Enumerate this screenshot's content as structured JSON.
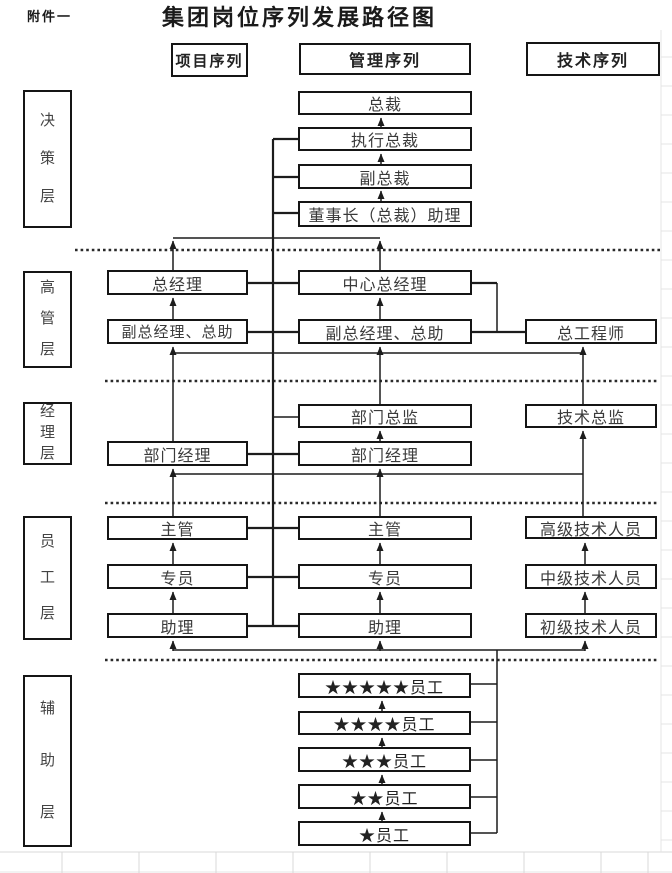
{
  "page": {
    "attachment": "附件一",
    "title": "集团岗位序列发展路径图"
  },
  "columns": {
    "project": "项目序列",
    "management": "管理序列",
    "technical": "技术序列"
  },
  "layer_labels": {
    "decision": "决策层",
    "executive": "高管层",
    "manager": "经理层",
    "staff": "员工层",
    "auxiliary": "辅助层"
  },
  "nodes": {
    "decision": {
      "president": "总裁",
      "exec_president": "执行总裁",
      "vice_president": "副总裁",
      "chairman_assistant": "董事长（总裁）助理"
    },
    "executive": {
      "gm": "总经理",
      "center_gm": "中心总经理",
      "deputy_gm_left": "副总经理、总助",
      "deputy_gm_center": "副总经理、总助",
      "chief_engineer": "总工程师"
    },
    "manager": {
      "dept_director": "部门总监",
      "tech_director": "技术总监",
      "dept_manager_left": "部门经理",
      "dept_manager_center": "部门经理"
    },
    "staff": {
      "supervisor_left": "主管",
      "supervisor_center": "主管",
      "senior_tech": "高级技术人员",
      "specialist_left": "专员",
      "specialist_center": "专员",
      "mid_tech": "中级技术人员",
      "assistant_left": "助理",
      "assistant_center": "助理",
      "junior_tech": "初级技术人员"
    },
    "auxiliary": {
      "star5": "★★★★★员工",
      "star4": "★★★★员工",
      "star3": "★★★员工",
      "star2": "★★员工",
      "star1": "★员工"
    }
  },
  "colors": {
    "line": "#1c1c1c",
    "dotted": "#2a2a2a",
    "text": "#3a3a3a",
    "grid": "#d9d9d9"
  }
}
